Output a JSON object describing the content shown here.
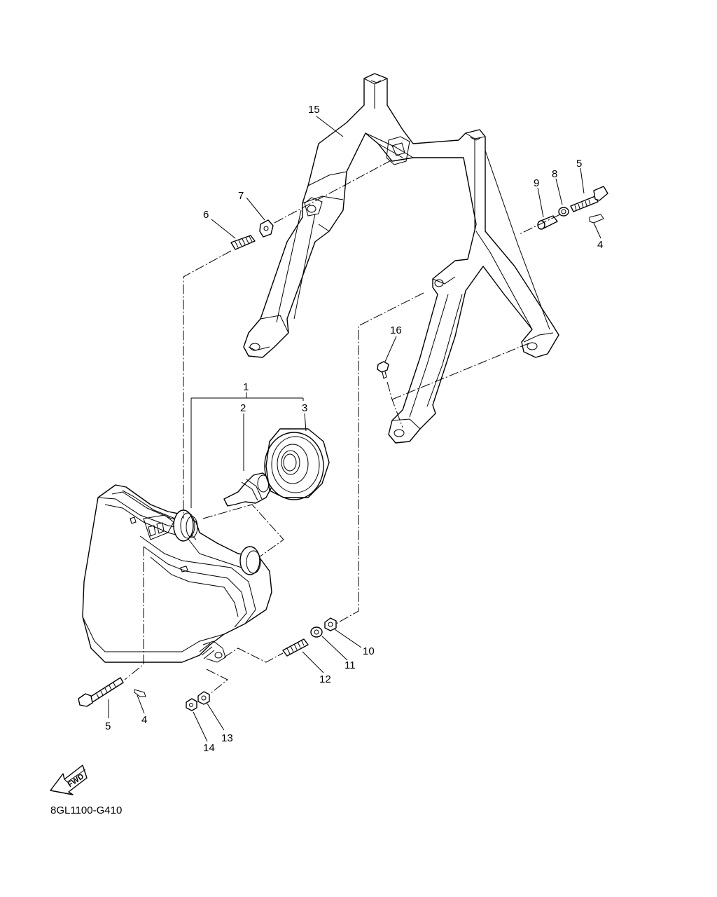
{
  "diagram_code": "8GL1100-G410",
  "fwd_label": "FWD",
  "callouts": {
    "c1": "1",
    "c2": "2",
    "c3": "3",
    "c4a": "4",
    "c4b": "4",
    "c5a": "5",
    "c5b": "5",
    "c6": "6",
    "c7": "7",
    "c8": "8",
    "c9": "9",
    "c10": "10",
    "c11": "11",
    "c12": "12",
    "c13": "13",
    "c14": "14",
    "c15": "15",
    "c16": "16"
  }
}
